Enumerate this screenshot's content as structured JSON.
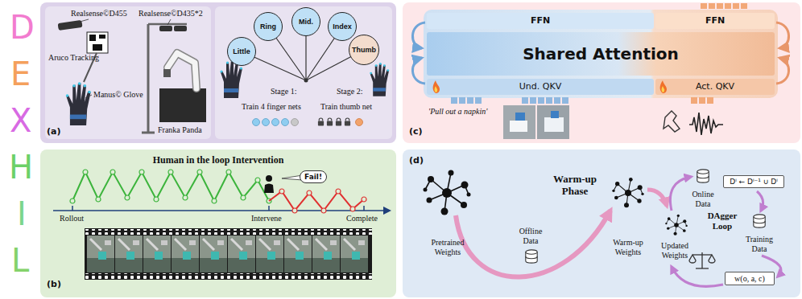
{
  "diagram": {
    "nodes": [
      {
        "text": [
          "(a)"
        ]
      },
      {
        "text": [
          "Little"
        ],
        "in": 0
      },
      {
        "text": [
          "Ring"
        ],
        "in": 0
      },
      {
        "text": [
          "Mid."
        ],
        "in": 0
      },
      {
        "text": [
          "Index"
        ],
        "in": 0
      },
      {
        "text": [
          "Thumb"
        ],
        "in": 0
      },
      {
        "text": [
          "(c)"
        ]
      },
      {
        "text": [
          "FFN"
        ],
        "in": 6
      },
      {
        "text": [
          "FFN"
        ],
        "in": 6
      },
      {
        "text": [
          "Shared Attention"
        ],
        "in": 6
      },
      {
        "text": [
          "Und. QKV"
        ],
        "in": 6
      },
      {
        "text": [
          "Act. QKV"
        ],
        "in": 6
      },
      {
        "text": [
          "(b)",
          "Human in the loop Intervention"
        ]
      },
      {
        "text": [
          "Fail!"
        ],
        "in": 12
      },
      {
        "text": [
          "(d)"
        ]
      },
      {
        "text": [
          "Dⁱ ← Dⁱ⁻¹ ∪ Dⁱ"
        ],
        "in": 14
      },
      {
        "text": [
          "w(o, a, c)"
        ],
        "in": 14
      }
    ],
    "labels": [
      "D",
      "E",
      "X",
      "H",
      "I",
      "L",
      "Realsense©D455",
      "Realsense©D435*2",
      "Aruco Tracking",
      "Manus© Glove",
      "Franka Panda",
      "Stage 1:",
      "Train 4 finger nets",
      "Stage 2:",
      "Train thumb net",
      "Rollout",
      "Intervene",
      "Complete",
      "'Pull out a napkin'",
      "Pretrained Weights",
      "Warm-up Phase",
      "Warm-up Weights",
      "Offline Data",
      "Updated Weights",
      "Online Data",
      "DAgger Loop",
      "Training Data"
    ]
  }
}
